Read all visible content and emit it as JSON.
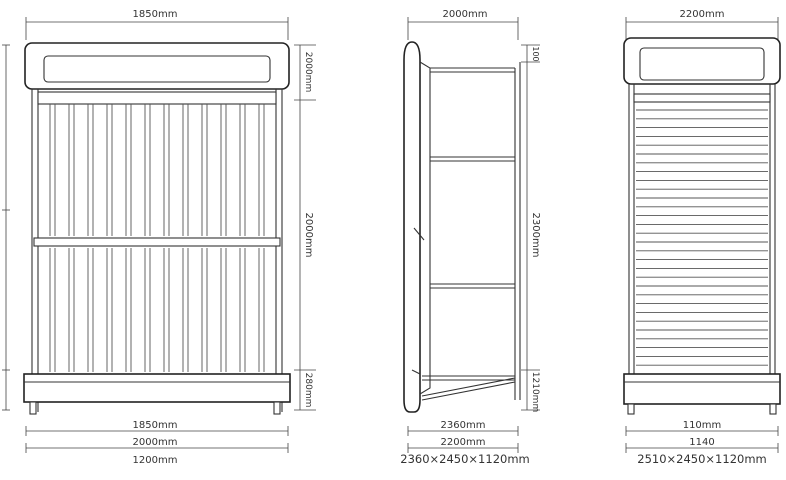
{
  "front_view": {
    "top_width": "1850mm",
    "headboard_height": "2000mm",
    "frame_height": "2000mm",
    "leg_height": "280mm",
    "bottom_dims": [
      "1850mm",
      "2000mm",
      "1200mm"
    ]
  },
  "side_view": {
    "top_width": "2000mm",
    "top_depth": "100",
    "frame_height": "2300mm",
    "leg_height": "1210mm",
    "bottom_dims": [
      "2360mm",
      "2200mm"
    ],
    "caption": "2360×2450×1120mm"
  },
  "back_view": {
    "top_width": "2200mm",
    "bottom_dims": [
      "110mm",
      "1140"
    ],
    "caption": "2510×2450×1120mm"
  }
}
